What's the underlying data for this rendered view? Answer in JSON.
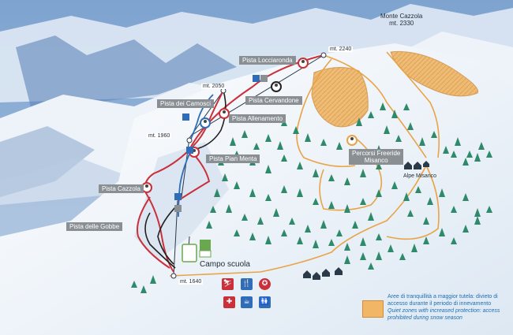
{
  "peak": {
    "name": "Monte Cazzola",
    "altitude": "mt. 2330"
  },
  "altitudes": {
    "a2240": "mt. 2240",
    "a2050": "mt. 2050",
    "a1960": "mt. 1960",
    "a1640": "mt. 1640"
  },
  "pistes": {
    "locciaronda": "Pista Locciaronda",
    "cervandone": "Pista Cervandone",
    "camosci": "Pista dei Camosci",
    "allenamento": "Pista Allenamento",
    "pian_menta": "Pista Pian Menta",
    "cazzola": "Pista Cazzola",
    "gobbe": "Pista delle Gobbe"
  },
  "freeride": {
    "line1": "Percorsi Freeride",
    "line2": "Misanco"
  },
  "places": {
    "alpe_misanco": "Alpe Misanco",
    "campo_scuola": "Campo scuola"
  },
  "legend": {
    "it": "Aree di tranquillità a maggior tutela: divieto di accesso durante il periodo di innevamento",
    "en": "Quiet zones with increased protection: access prohibited during snow season"
  },
  "colors": {
    "red_run": "#c9303a",
    "blue_run": "#2f6db8",
    "black_run": "#222222",
    "freeride": "#e8a447",
    "quiet_zone": "#f2b766",
    "tree": "#2e8a6a"
  },
  "services": [
    "ski-rental-icon",
    "restaurant-icon",
    "ski-school-icon",
    "first-aid-icon",
    "cafe-icon",
    "toilets-icon"
  ]
}
